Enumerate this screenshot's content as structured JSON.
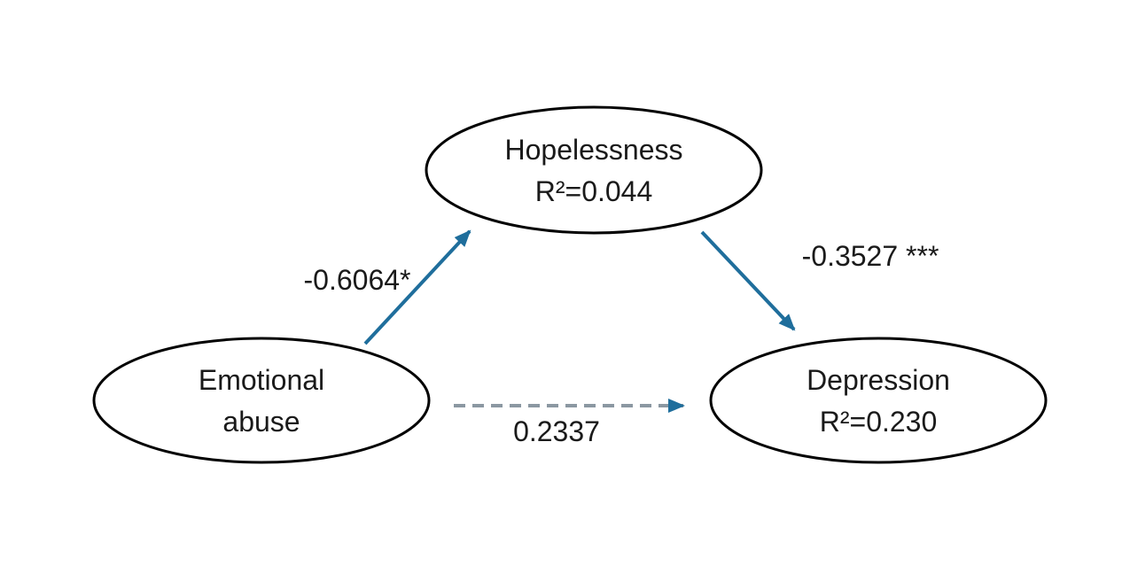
{
  "figure": {
    "background_color": "#ffffff",
    "solid_edge_color": "#1f6e9c",
    "dashed_edge_color": "#8b98a2",
    "node_stroke_color": "#000000",
    "text_color": "#1a1a1a",
    "nodes": {
      "hopelessness": {
        "line1": "Hopelessness",
        "line2": "R²=0.044"
      },
      "emotional_abuse": {
        "line1": "Emotional",
        "line2": "abuse"
      },
      "depression": {
        "line1": "Depression",
        "line2": "R²=0.230"
      }
    },
    "paths": {
      "a": {
        "from": "Emotional abuse",
        "to": "Hopelessness",
        "style": "solid",
        "label": "-0.6064*"
      },
      "b": {
        "from": "Hopelessness",
        "to": "Depression",
        "style": "solid",
        "label": "-0.3527 ***"
      },
      "c": {
        "from": "Emotional abuse",
        "to": "Depression",
        "style": "dashed",
        "label": "0.2337"
      }
    }
  }
}
